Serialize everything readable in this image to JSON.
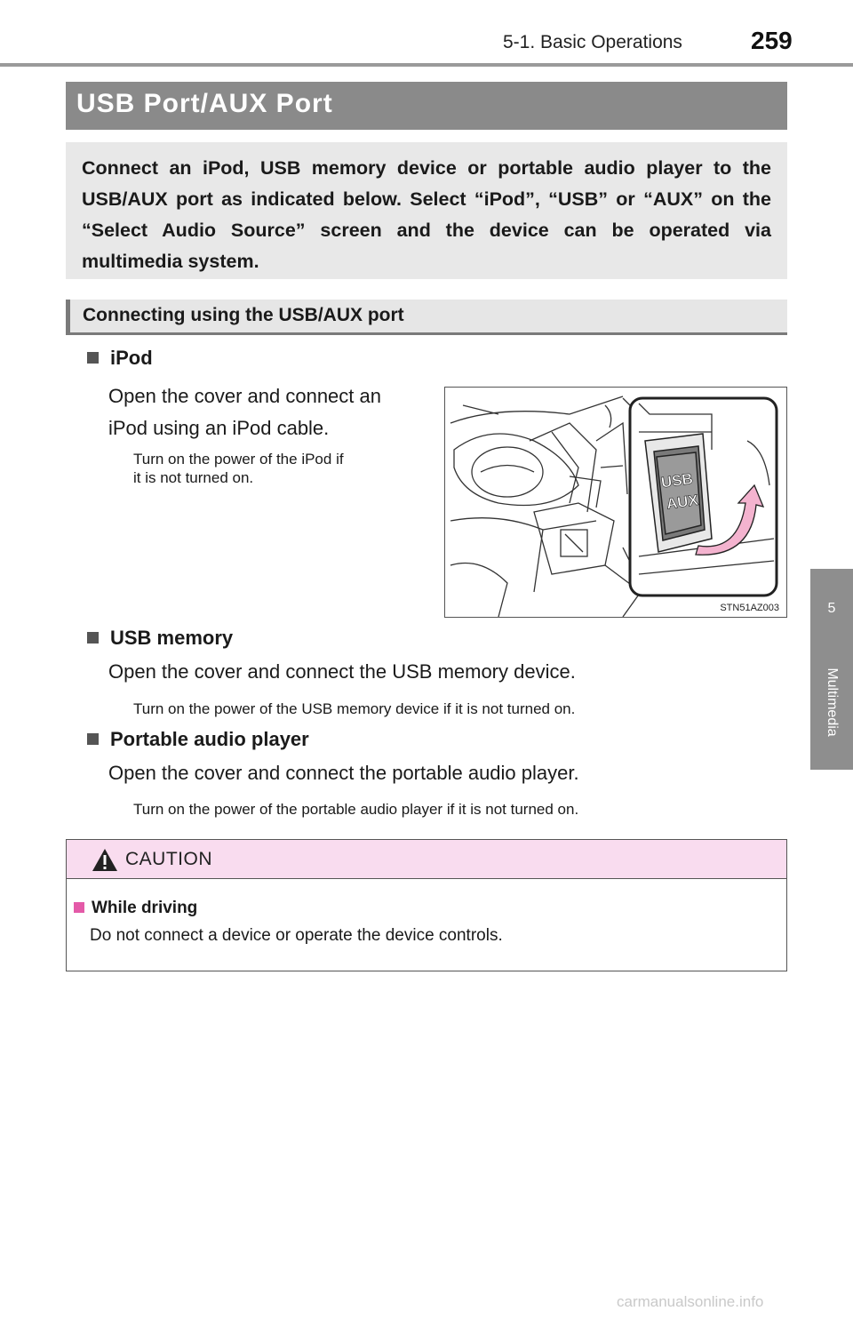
{
  "header": {
    "section": "5-1. Basic Operations",
    "page_number": "259"
  },
  "side_tab": {
    "number": "5",
    "label": "Multimedia"
  },
  "title": "USB Port/AUX Port",
  "intro": "Connect an iPod, USB memory device or portable audio player to the USB/AUX port as indicated below. Select “iPod”, “USB” or “AUX” on the “Select Audio Source” screen and the device can be operated via multimedia system.",
  "subheading": "Connecting using the USB/AUX port",
  "sections": [
    {
      "heading": "iPod",
      "body_line1": "Open the cover and connect an",
      "body_line2": "iPod using an iPod cable.",
      "note_line1": "Turn on the power of the iPod if",
      "note_line2": "it is not turned on."
    },
    {
      "heading": "USB memory",
      "body": "Open the cover and connect the USB memory device.",
      "note": "Turn on the power of the USB memory device if it is not turned on."
    },
    {
      "heading": "Portable audio player",
      "body": "Open the cover and connect the portable audio player.",
      "note": "Turn on the power of the portable audio player if it is not turned on."
    }
  ],
  "illustration": {
    "port_label_1": "USB",
    "port_label_2": "AUX",
    "code": "STN51AZ003",
    "accent_color": "#f4b3cf"
  },
  "caution": {
    "title": "CAUTION",
    "heading": "While driving",
    "text": "Do not connect a device or operate the device controls.",
    "header_color": "#f9dcef",
    "bullet_color": "#e45aa8"
  },
  "watermark": "carmanualsonline.info"
}
